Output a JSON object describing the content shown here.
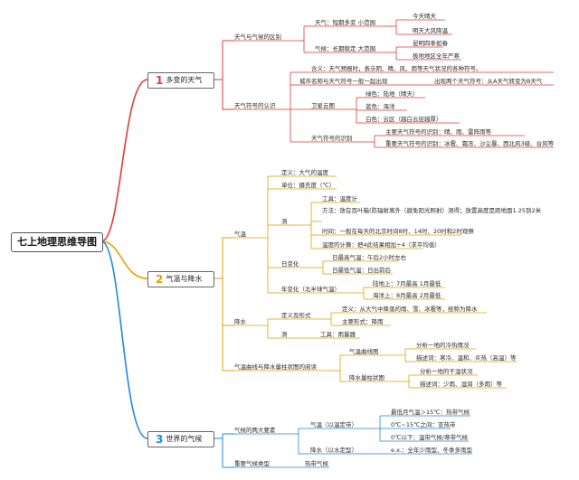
{
  "title": "七上地理思维导图",
  "branches": [
    {
      "num": "1",
      "label": "多变的天气",
      "color": "#e53935"
    },
    {
      "num": "2",
      "label": "气温与降水",
      "color": "#e5a000"
    },
    {
      "num": "3",
      "label": "世界的气候",
      "color": "#1e88e5"
    }
  ],
  "b1": {
    "n1": "天气与气候的区别",
    "n1a": "天气：短期多变 小范围",
    "n1a1": "今天晴天",
    "n1a2": "明天大风降温",
    "n1b": "气候：长期稳定 大范围",
    "n1b1": "昆明四季如春",
    "n1b2": "极地地区全年严寒",
    "n2": "天气符号的认识",
    "n2a": "含义：天气预报时，表示阴、晴、风、雨等天气状况的各种符号。",
    "n2b": "城市名称与天气符号一般一起出现",
    "n2b1": "出现两个天气符号：从A天气转变为B天气",
    "n2c": "卫星云图",
    "n2c1": "绿色：陆地（晴天）",
    "n2c2": "蓝色：海洋",
    "n2c3": "白色：云区（越白云层越厚）",
    "n2d": "天气符号的识别",
    "n2d1": "主要天气符号的识别：晴、雨、雷阵雨等",
    "n2d2": "重要天气符号的识别：冰雹、霜冻、沙尘暴、西北风3级、台风等"
  },
  "b2": {
    "qw": "气温",
    "def": "定义：大气的温度",
    "unit": "单位：摄氏度（℃）",
    "cl": "测",
    "tool": "工具：温度计",
    "method": "方法：放在百叶箱(防辐射离外（避免阳光照射）测得；放置高度是距地面1.25到2米",
    "time": "时间：一般在每天的北京时间8时、14时、20时和2时观察",
    "calc": "温度的计算：把4此结果相加÷4（求平均值）",
    "rbh": "日变化",
    "rbh1": "日最高气温：午后2小时左右",
    "rbh2": "日最低气温：日出前后",
    "nbh": "年变化（北半球气温）",
    "nbh1": "陆地上：7月最高 1月最低",
    "nbh2": "海洋上：8月最高 2月最低",
    "js": "降水",
    "js1": "定义及形式",
    "js1a": "定义：从大气中降落的雨、雪、冰雹等，统称为降水",
    "js1b": "主要形式：降雨",
    "jscl": "测",
    "jscl1": "工具：雨量器",
    "rd": "气温曲线与降水量柱状图的阅读",
    "rd1": "气温曲线图",
    "rd1a": "分析一地的冷热情况",
    "rd1b": "描述词：寒冷、温和、炎热（高温）等",
    "rd2": "降水量柱状图",
    "rd2a": "分析一地的干湿状况",
    "rd2b": "描述词：少雨、湿润（多雨）等"
  },
  "b3": {
    "n1": "气候的两大要素",
    "n1a": "气温（以温定带）",
    "n1a1": "最低月气温＞15℃：热带气候",
    "n1a2": "0℃~15℃之间：亚热带",
    "n1a3": "0℃以下：温带气候/寒带气候",
    "n1b": "降水（以水定型）",
    "n1b1": "e.x.：全年少雨型、冬季多雨型",
    "n2": "重要气候类型",
    "n2a": "热带气候"
  }
}
